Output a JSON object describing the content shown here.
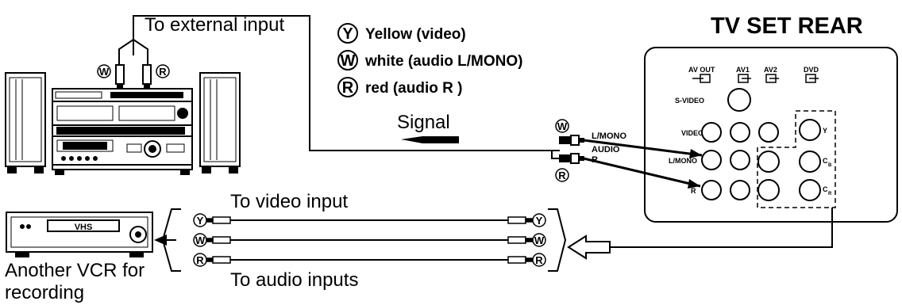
{
  "labels": {
    "to_external_input": "To external input",
    "signal": "Signal",
    "tv_set_rear": "TV SET REAR",
    "to_video_input": "To video input",
    "to_audio_inputs": "To audio inputs",
    "another_vcr_line1": "Another VCR for",
    "another_vcr_line2": "recording",
    "vhs": "VHS"
  },
  "legend": [
    {
      "symbol": "Y",
      "text": "Yellow (video)"
    },
    {
      "symbol": "W",
      "text": "white (audio L/MONO)"
    },
    {
      "symbol": "R",
      "text": "red (audio R )"
    }
  ],
  "plug_symbols": {
    "white": "W",
    "red": "R",
    "yellow": "Y"
  },
  "tv_panel": {
    "top_jacks": [
      "AV OUT",
      "AV1",
      "AV2",
      "DVD"
    ],
    "s_video": "S-VIDEO",
    "video": "VIDEO",
    "l_mono": "L/MONO",
    "r": "R",
    "component_y": "Y",
    "component_cb": "C",
    "component_cb_sub": "B",
    "component_cr": "C",
    "component_cr_sub": "R"
  },
  "cable_labels": {
    "l_mono": "L/MONO",
    "audio": "AUDIO",
    "r": "R"
  }
}
